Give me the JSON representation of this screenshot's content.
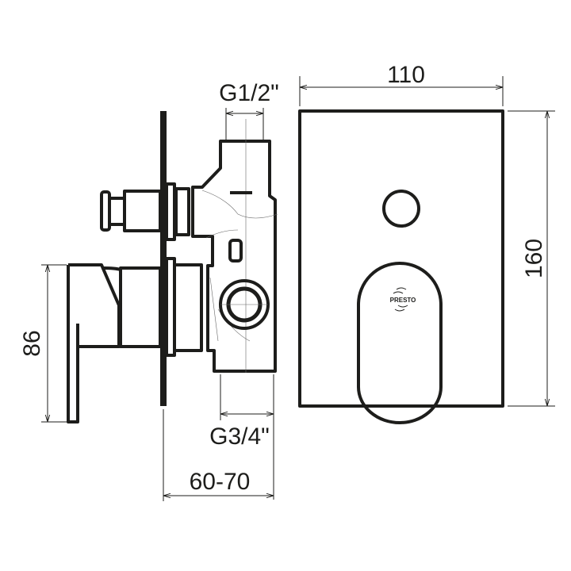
{
  "brand": "PRESTO",
  "dimensions": {
    "width_front": "110",
    "height_front": "160",
    "inlet_thread": "G1/2\"",
    "outlet_thread": "G3/4\"",
    "installation_depth": "60-70",
    "handle_height": "86"
  },
  "colors": {
    "line": "#1d1d1b",
    "background": "#ffffff"
  }
}
